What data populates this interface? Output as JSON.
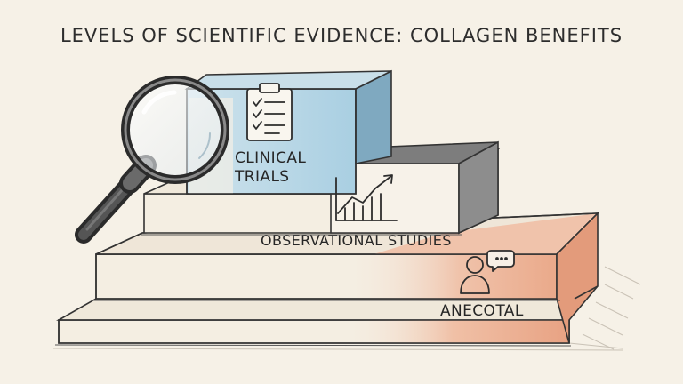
{
  "title": "LEVELS OF SCIENTIFIC EVIDENCE: COLLAGEN BENEFITS",
  "levels": {
    "top": {
      "line1": "CLINICAL",
      "line2": "TRIALS"
    },
    "middle": {
      "label": "OBSERVATIONAL STUDIES"
    },
    "bottom": {
      "label": "ANECOTAL"
    }
  },
  "colors": {
    "background": "#f6f1e7",
    "clinical": "#a9cfe2",
    "observational": "#9a9a9a",
    "anecdotal": "#eaa98a",
    "ink": "#2d2d2d"
  },
  "icons": [
    "magnifying-glass-icon",
    "clipboard-checklist-icon",
    "line-chart-icon",
    "person-speech-icon"
  ]
}
